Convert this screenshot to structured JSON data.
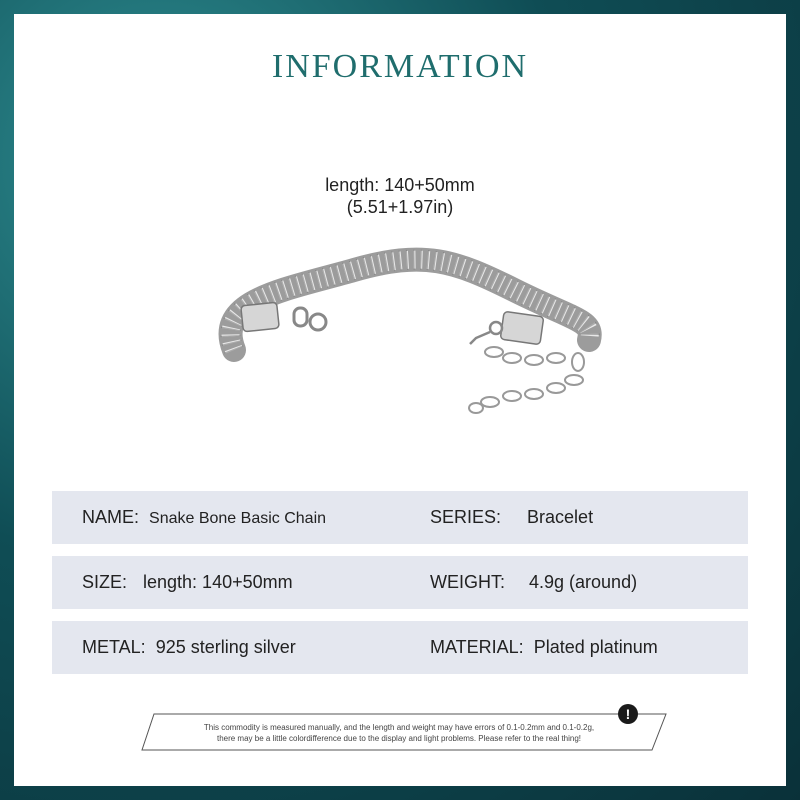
{
  "header": {
    "title": "INFORMATION"
  },
  "product_caption": {
    "length_mm": "length: 140+50mm",
    "length_in": "(5.51+1.97in)"
  },
  "specs": {
    "name_label": "NAME:",
    "name_value": "Snake Bone Basic Chain",
    "series_label": "SERIES:",
    "series_value": "Bracelet",
    "size_label": "SIZE:",
    "size_value": "length: 140+50mm",
    "weight_label": "WEIGHT:",
    "weight_value": "4.9g (around)",
    "metal_label": "METAL:",
    "metal_value": "925 sterling silver",
    "material_label": "MATERIAL:",
    "material_value": "Plated platinum"
  },
  "notice": {
    "line1": "This commodity is measured manually, and the length and weight may have errors of 0.1-0.2mm and 0.1-0.2g,",
    "line2": "there may be a little colordifference due to the display and light problems. Please refer to the real thing!",
    "icon": "!"
  },
  "colors": {
    "accent": "#1f6d6d",
    "spec_row_bg": "#e4e7ef",
    "background": "#0f4d55"
  }
}
